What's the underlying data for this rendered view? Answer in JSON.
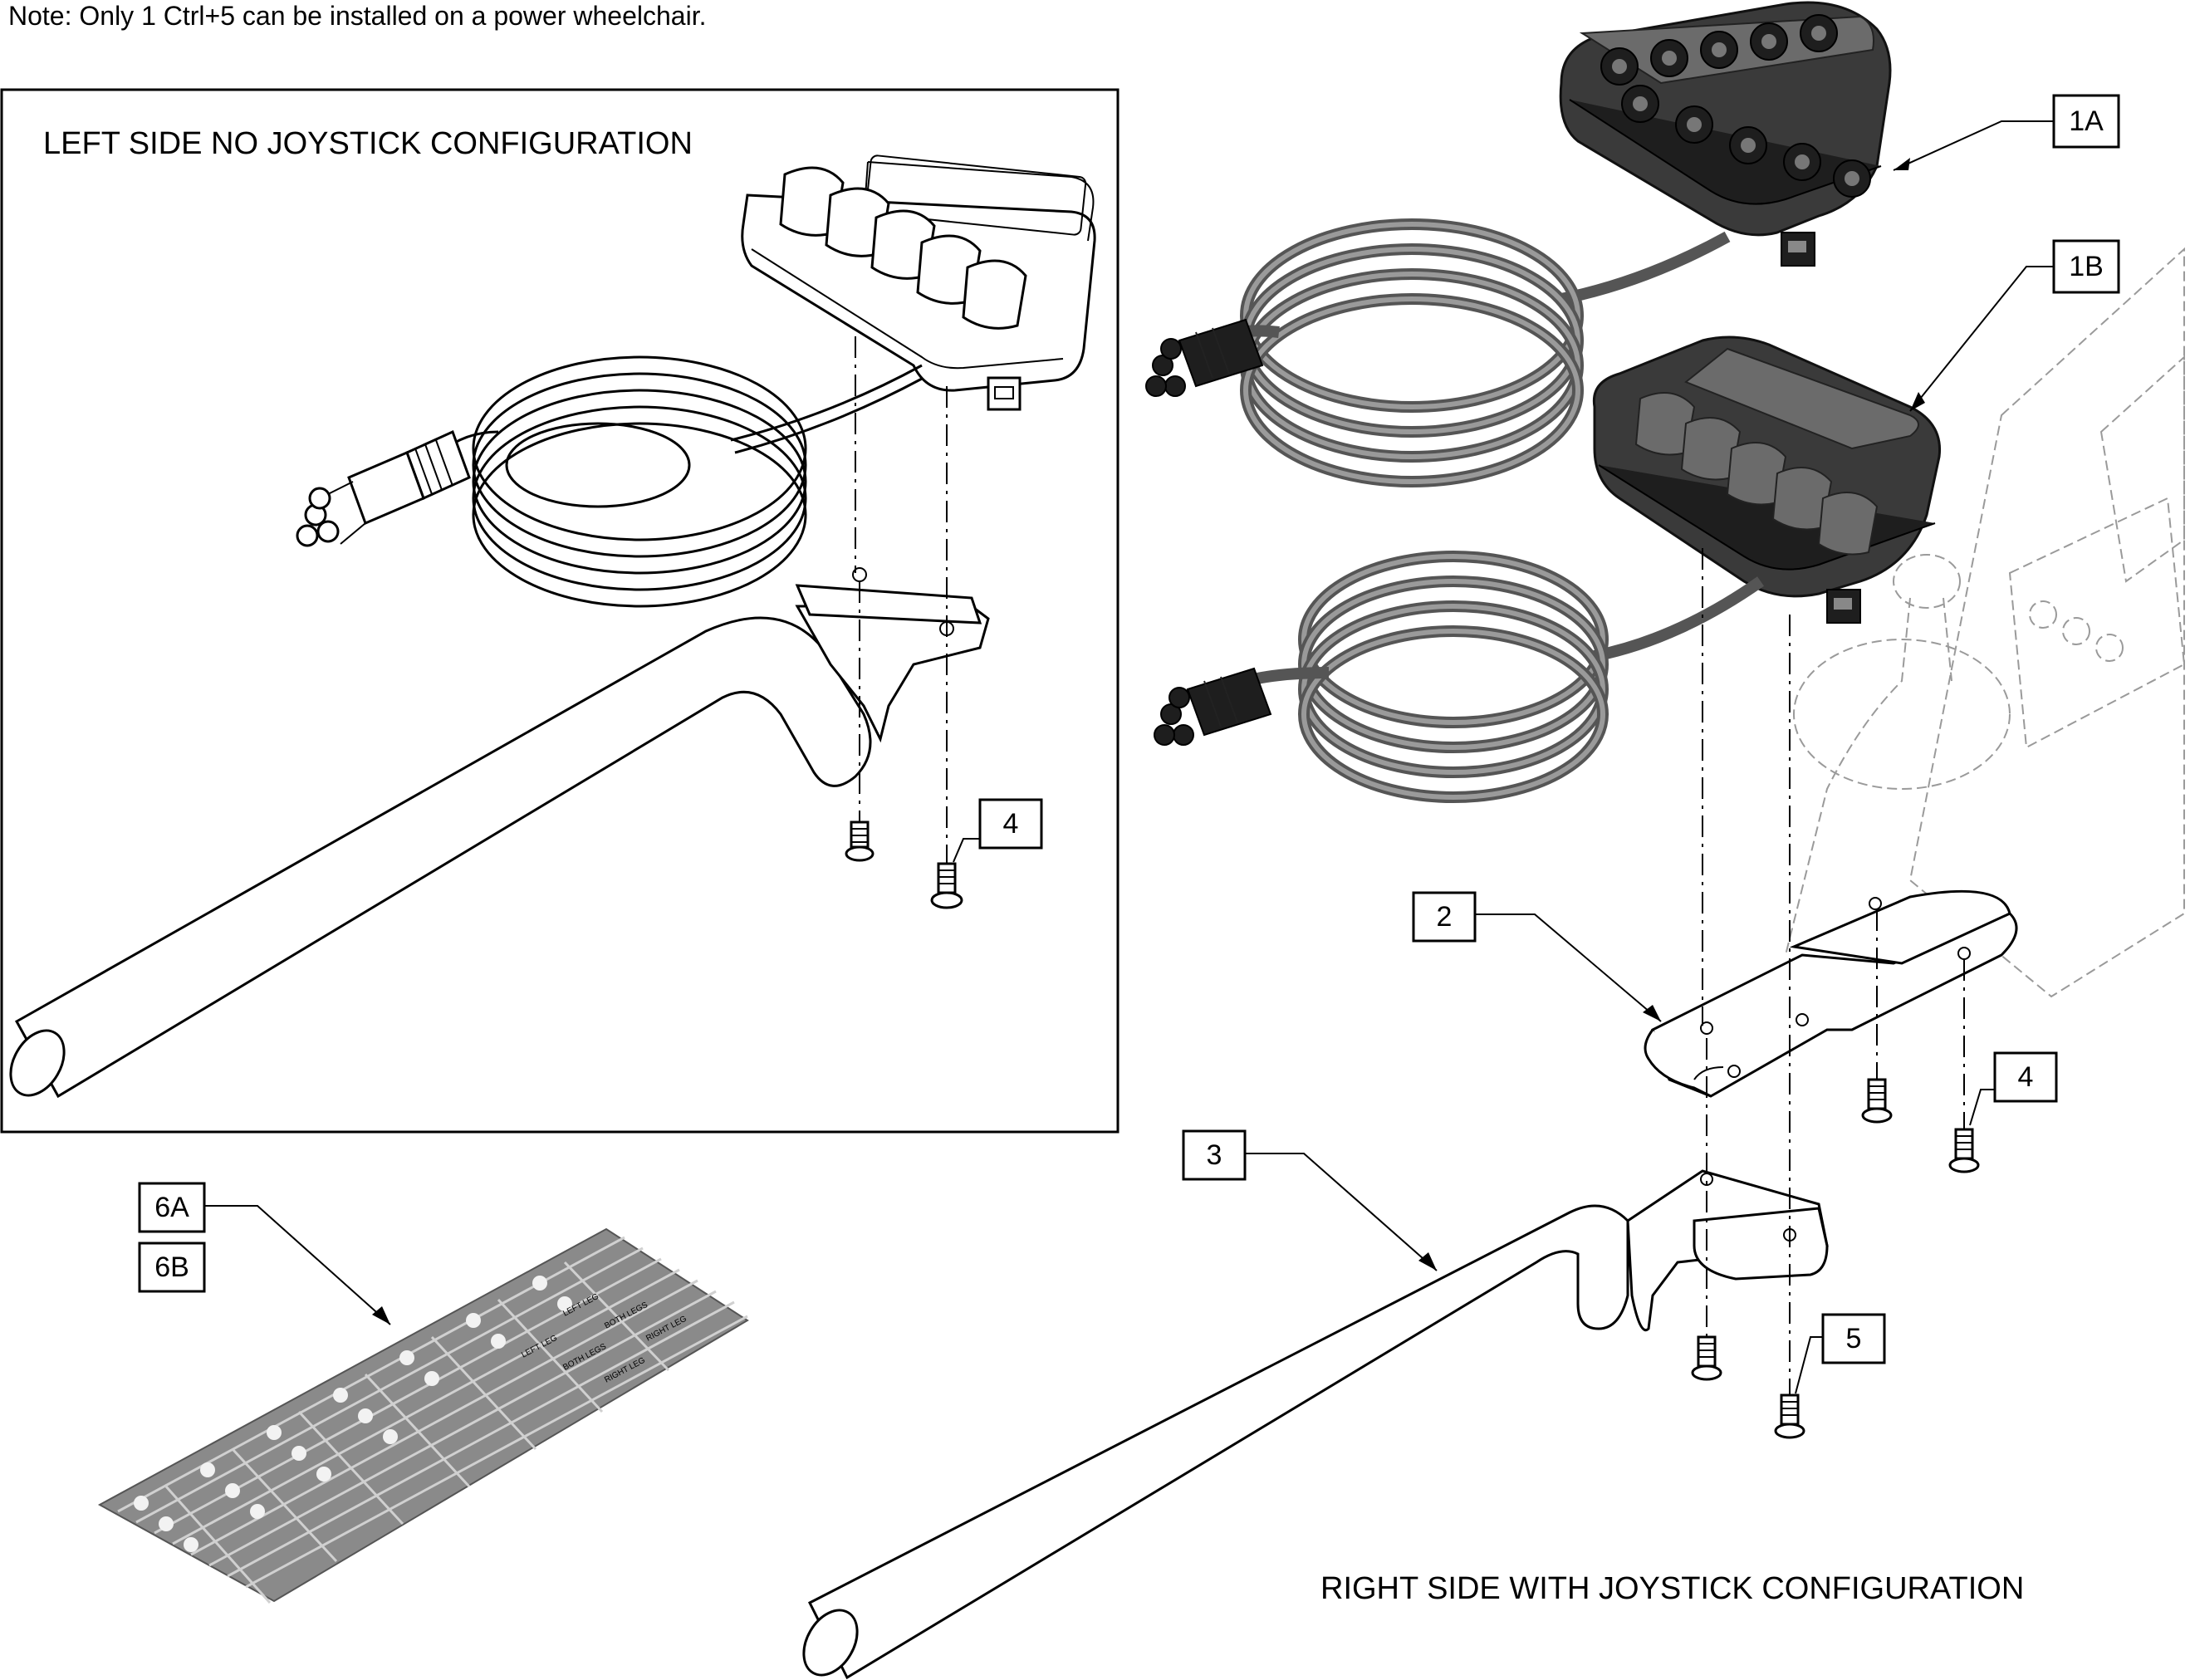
{
  "note": "Note: Only 1 Ctrl+5 can be installed on a power wheelchair.",
  "left_title": "LEFT SIDE NO JOYSTICK CONFIGURATION",
  "right_title": "RIGHT SIDE WITH JOYSTICK CONFIGURATION",
  "callouts": {
    "c1a": "1A",
    "c1b": "1B",
    "c2": "2",
    "c3": "3",
    "c4_left": "4",
    "c4_right": "4",
    "c5": "5",
    "c6a": "6A",
    "c6b": "6B"
  },
  "decal": {
    "row1": [
      "LEFT LEG",
      "BOTH LEGS",
      "RIGHT LEG"
    ],
    "row2": [
      "LEFT LEG",
      "BOTH LEGS",
      "RIGHT LEG"
    ]
  }
}
